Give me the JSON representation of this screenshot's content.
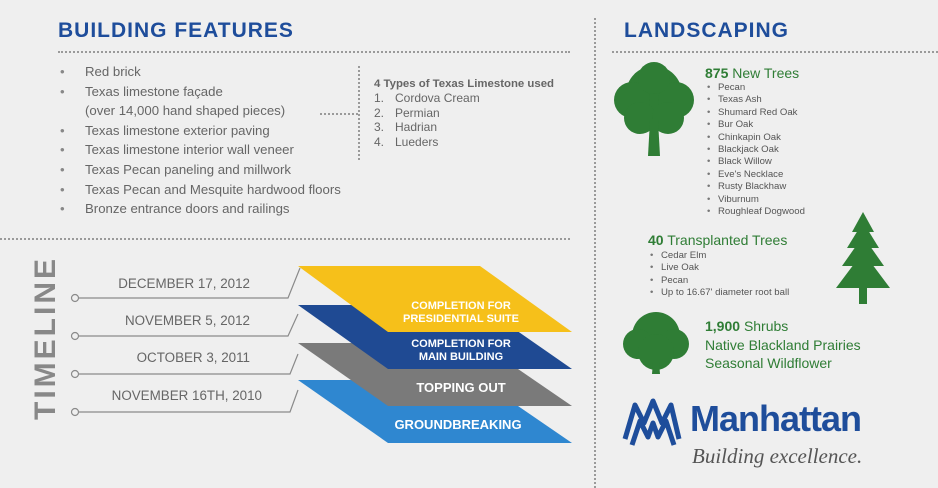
{
  "features": {
    "title": "BUILDING FEATURES",
    "items": [
      "Red brick",
      "Texas limestone façade",
      "(over 14,000 hand shaped pieces)",
      "Texas limestone exterior paving",
      "Texas limestone interior wall veneer",
      "Texas Pecan paneling and millwork",
      "Texas Pecan and Mesquite hardwood floors",
      "Bronze entrance doors and railings"
    ],
    "limestone": {
      "title": "4 Types of Texas Limestone used",
      "items": [
        {
          "num": "1.",
          "name": "Cordova Cream"
        },
        {
          "num": "2.",
          "name": "Permian"
        },
        {
          "num": "3.",
          "name": "Hadrian"
        },
        {
          "num": "4.",
          "name": "Lueders"
        }
      ]
    }
  },
  "timeline": {
    "title": "TIMELINE",
    "milestones": [
      {
        "date": "DECEMBER 17, 2012",
        "label1": "COMPLETION FOR",
        "label2": "PRESIDENTIAL SUITE",
        "color": "#f6c01a"
      },
      {
        "date": "NOVEMBER 5, 2012",
        "label1": "COMPLETION FOR",
        "label2": "MAIN BUILDING",
        "color": "#1f4a93"
      },
      {
        "date": "OCTOBER 3, 2011",
        "label1": "TOPPING OUT",
        "label2": "",
        "color": "#7a7a7a"
      },
      {
        "date": "NOVEMBER 16TH, 2010",
        "label1": "GROUNDBREAKING",
        "label2": "",
        "color": "#2f87d0"
      }
    ]
  },
  "landscaping": {
    "title": "LANDSCAPING",
    "new_trees": {
      "count": "875",
      "label": "New Trees",
      "items": [
        "Pecan",
        "Texas Ash",
        "Shumard Red Oak",
        "Bur Oak",
        "Chinkapin Oak",
        "Blackjack Oak",
        "Black Willow",
        "Eve's Necklace",
        "Rusty Blackhaw",
        "Viburnum",
        "Roughleaf Dogwood"
      ]
    },
    "transplanted": {
      "count": "40",
      "label": "Transplanted Trees",
      "items": [
        "Cedar Elm",
        "Live Oak",
        "Pecan",
        "Up to 16.67' diameter root ball"
      ]
    },
    "shrubs": {
      "count": "1,900",
      "label": "Shrubs",
      "line2": "Native Blackland Prairies",
      "line3": "Seasonal Wildflower"
    }
  },
  "brand": {
    "name": "Manhattan",
    "tagline": "Building excellence.",
    "color": "#1e4d9b"
  }
}
